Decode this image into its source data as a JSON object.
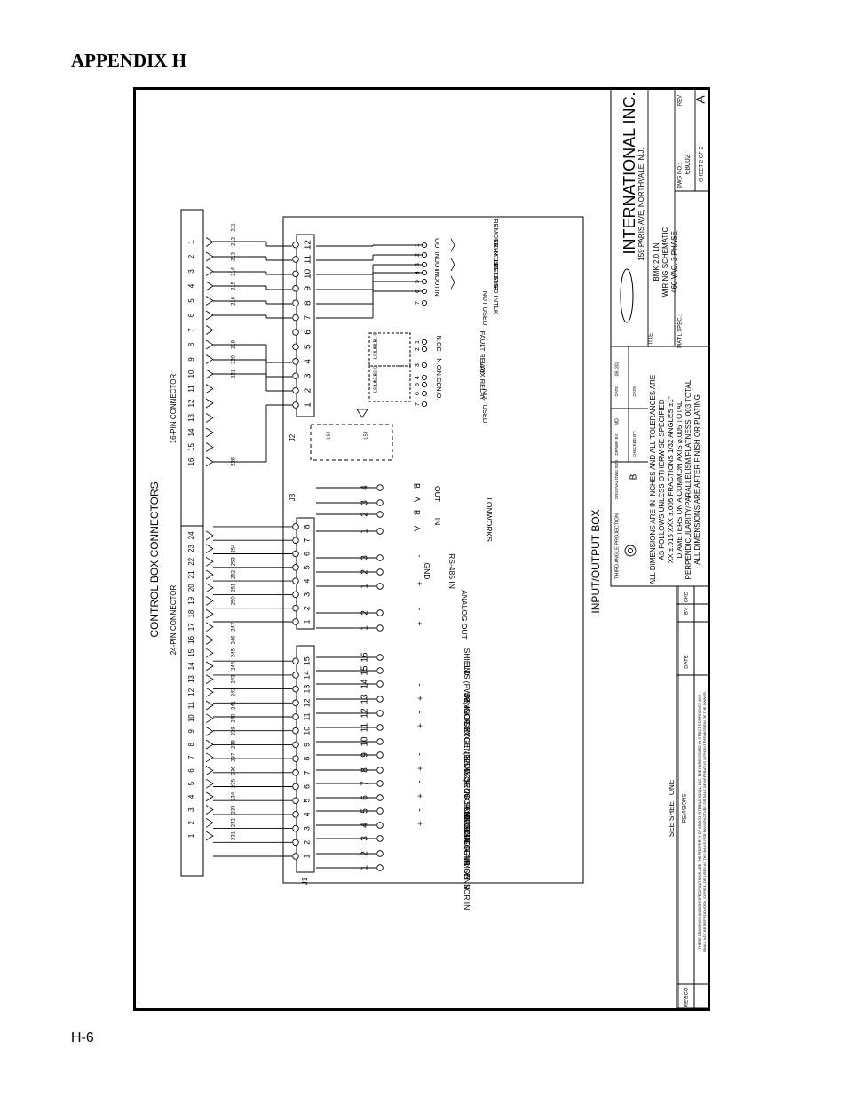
{
  "page": {
    "heading": "APPENDIX H",
    "footer": "H-6"
  },
  "control_box": {
    "title": "CONTROL BOX CONNECTORS",
    "c24_label": "24-PIN CONNECTOR",
    "c16_label": "16-PIN CONNECTOR",
    "c24_pins": [
      "1",
      "2",
      "3",
      "4",
      "5",
      "6",
      "7",
      "8",
      "9",
      "10",
      "11",
      "12",
      "13",
      "14",
      "15",
      "16",
      "17",
      "18",
      "19",
      "20",
      "21",
      "22",
      "23",
      "24"
    ],
    "c16_pins": [
      "16",
      "15",
      "14",
      "13",
      "12",
      "11",
      "10",
      "9",
      "8",
      "7",
      "6",
      "5",
      "4",
      "3",
      "2",
      "1"
    ],
    "wires_24": [
      "231",
      "232",
      "233",
      "234",
      "235",
      "236",
      "237",
      "238",
      "239",
      "240",
      "241",
      "242",
      "243",
      "244",
      "245",
      "246",
      "247",
      "",
      "250",
      "251",
      "252",
      "253",
      "254"
    ],
    "wires_16": [
      "226",
      "",
      "221",
      "220",
      "219",
      "",
      "216",
      "215",
      "214",
      "213",
      "212",
      "211"
    ]
  },
  "io_box": {
    "title": "INPUT/OUTPUT BOX",
    "j1": "J1",
    "j2": "J2",
    "j3": "J3",
    "j1_pins": [
      "1",
      "2",
      "3",
      "4",
      "5",
      "6",
      "7",
      "8",
      "9",
      "10",
      "11",
      "12",
      "13",
      "14",
      "15"
    ],
    "j3_pins": [
      "1",
      "2",
      "3",
      "4",
      "5",
      "6",
      "7",
      "8"
    ],
    "j2_pins": [
      "1",
      "2",
      "3",
      "4",
      "5",
      "6",
      "7",
      "8",
      "9",
      "10",
      "11",
      "12"
    ],
    "j1_labels": [
      "OUTDOOR AIR SENSOR IN",
      "SENSOR COMMON IN",
      "AUX SENSOR IN",
      "CO SENSOR IN",
      "FLOW SENSOR IN",
      "OXYGEN SENSOR IN",
      "SENSOR EXCIT. (12VDC)",
      "ANALOG IN",
      "BMS (PWM) IN",
      "SHIELD"
    ],
    "j3_labels": [
      "ANALOG OUT",
      "RS-485 IN",
      "GND",
      "LONWORKS",
      "IN",
      "OUT"
    ],
    "j2_labels": [
      "REMOTE INTLK",
      "EXHAUST TEMP",
      "DELAYED INTLK",
      "NOT USED",
      "FAULT RELAY",
      "AUX RELAY",
      "NOT USED"
    ],
    "term_nums_j1": [
      "1",
      "2",
      "3",
      "4",
      "5",
      "6",
      "7",
      "8",
      "9",
      "10",
      "11",
      "12",
      "13",
      "14",
      "15",
      "16"
    ],
    "term_nums_j3": [
      "1",
      "2",
      "1",
      "2",
      "3",
      "1",
      "2",
      "3",
      "4"
    ],
    "term_nums_j2": [
      "1",
      "2",
      "3",
      "4",
      "5",
      "6",
      "7",
      "1",
      "2",
      "3",
      "4",
      "5",
      "6",
      "7"
    ],
    "pin_words": [
      "IN",
      "OUT",
      "C",
      "N.O.",
      "N.C.",
      "A",
      "B",
      "+",
      "-"
    ],
    "relay_tags": [
      "LS1-A",
      "LS1-B",
      "LS1-C",
      "LS2-A",
      "LS2-B",
      "LS2-C",
      "LS4",
      "LS3"
    ]
  },
  "title_block": {
    "company": "INTERNATIONAL INC.",
    "address": "159 PARIS AVE, NORTHVALE, N.J.",
    "title_label": "TITLE",
    "title_lines": [
      "BMK 2.0 LN",
      "WIRING SCHEMATIC",
      "460 VAC, 3 PHASE"
    ],
    "matl_spec": "MAT'L SPEC.:",
    "dwg_no_label": "DWG NO.:",
    "dwg_no": "68002",
    "sheet": "SHEET 2 OF 2",
    "rev_label": "REV",
    "rev": "A",
    "projection": "THIRD ANGLE PROJECTION",
    "orig_size_label": "ORIGINAL DWG SIZE",
    "orig_size": "B",
    "drawn_by_label": "DRAWN BY:",
    "drawn_by": "MD",
    "checked_by_label": "CHECKED BY:",
    "date_label": "DATE:",
    "date": "081302",
    "tolerances": [
      "ALL DIMENSIONS ARE IN INCHES AND ALL TOLERANCES ARE",
      "AS FOLLOWS UNLESS OTHERWISE SPECIFIED",
      "XX ±.015  XXX ±.005  FRACTIONS 1/32  ANGLES ±1°",
      "DIAMETERS ON A COMMON AXIS ⌀.005 TOTAL",
      "PERPENDICULARITY/PARALLELISM/FLATNESS .003 TOTAL",
      "ALL DIMENSIONS ARE AFTER FINISH OR PLATING"
    ],
    "revisions_label": "REVISIONS",
    "rev_cols": [
      "REV",
      "ECO",
      "DATE",
      "BY",
      "CKD"
    ],
    "see_sheet": "SEE SHEET ONE",
    "proprietary": [
      "THESE DRAWINGS AND/OR SPECIFICATIONS ARE THE PROPERTY OF AERCO INTERNATIONAL, INC. THEY ARE ISSUED IN STRICT CONFIDENCE AND",
      "SHALL NOT BE REPRODUCED, COPIED, OR USED AS THE BASIS FOR MANUFACTURE OR SALE OF APPARATUS WITHOUT PERMISSION OF THE OWNER."
    ]
  }
}
